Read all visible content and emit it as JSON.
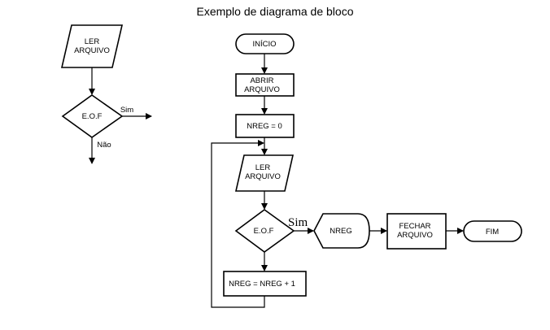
{
  "title": "Exemplo de diagrama de bloco",
  "legend_diagram": {
    "read_file": [
      "LER",
      "ARQUIVO"
    ],
    "decision": "E.O.F",
    "yes_label": "Sim",
    "no_label": "Não"
  },
  "main_diagram": {
    "start": "INÍCIO",
    "open_file": [
      "ABRIR",
      "ARQUIVO"
    ],
    "init_counter": "NREG = 0",
    "read_file": [
      "LER",
      "ARQUIVO"
    ],
    "decision": "E.O.F",
    "yes_label": "Sim",
    "increment": "NREG = NREG + 1",
    "display": "NREG",
    "close_file": [
      "FECHAR",
      "ARQUIVO"
    ],
    "end": "FIM"
  }
}
